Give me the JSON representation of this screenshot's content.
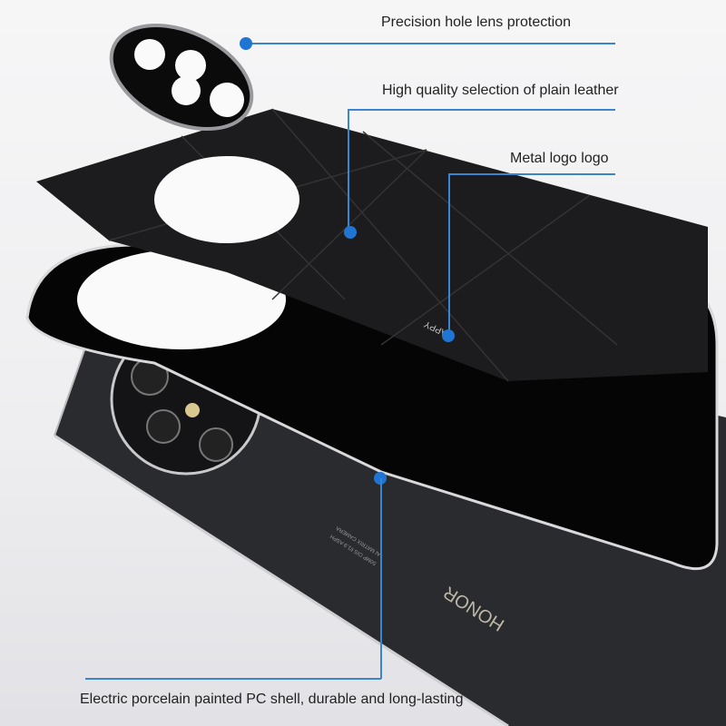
{
  "callouts": [
    {
      "text": "Precision hole lens protection"
    },
    {
      "text": "High quality selection of plain leather"
    },
    {
      "text": "Metal logo logo"
    },
    {
      "text": "Electric porcelain painted PC shell, durable and long-lasting"
    }
  ],
  "product": {
    "leather_logo": "HAPPY",
    "phone_brand": "HONOR",
    "camera_text_1": "AI MATRIX CAMERA",
    "camera_text_2": "50MP OIS f/1.9 ASPH"
  },
  "colors": {
    "accent": "#1f75d1",
    "line": "#3a84d0",
    "leather": "#1c1c1e"
  }
}
